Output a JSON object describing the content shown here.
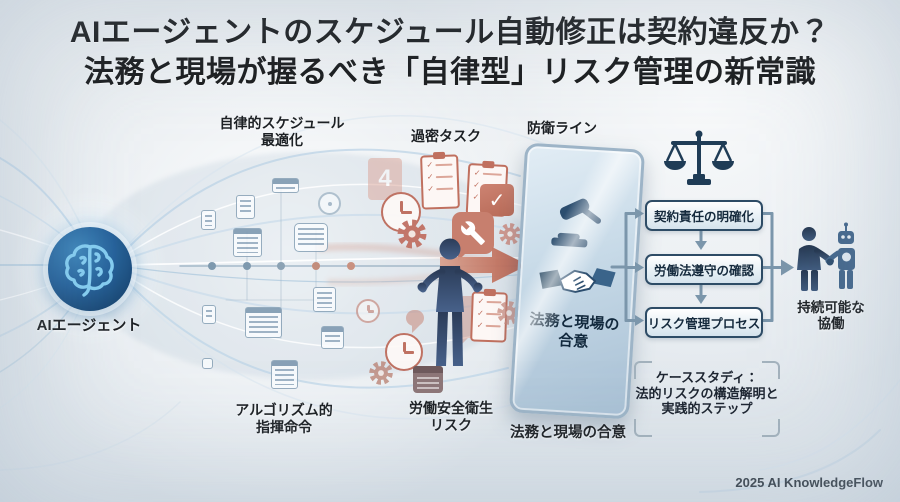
{
  "title": {
    "line1": "AIエージェントのスケジュール自動修正は契約違反か？",
    "line2": "法務と現場が握るべき「自律型」リスク管理の新常識"
  },
  "agent": {
    "label": "AIエージェント"
  },
  "flow_labels": {
    "autonomous": {
      "line1": "自律的スケジュール",
      "line2": "最適化"
    },
    "dense_tasks": "過密タスク",
    "defense_line": "防衛ライン",
    "algorithmic": {
      "line1": "アルゴリズム的",
      "line2": "指揮命令"
    },
    "safety": {
      "line1": "労働安全衛生",
      "line2": "リスク"
    }
  },
  "panel": {
    "line1": "法務と現場の",
    "line2": "合意",
    "caption": "法務と現場の合意"
  },
  "process": {
    "steps": [
      "契約責任の明確化",
      "労働法遵守の確認",
      "リスク管理プロセス"
    ]
  },
  "outcome": {
    "line1": "持続可能な",
    "line2": "協働"
  },
  "case_study": {
    "line1": "ケーススタディ：",
    "line2": "法的リスクの構造解明と",
    "line3": "実践的ステップ"
  },
  "decor": {
    "calendar_tile_number": "4"
  },
  "footer": {
    "credit": "2025 AI KnowledgeFlow"
  },
  "icons": {
    "agent": "brain-icon",
    "flow": [
      "calendar-icon",
      "document-icon",
      "chat-bubble-icon",
      "clock-icon"
    ],
    "risk": [
      "clipboard-icon",
      "clock-icon",
      "gear-icon",
      "wrench-icon",
      "checkbox-icon"
    ],
    "panel": [
      "gavel-icon",
      "handshake-icon"
    ],
    "legal": "balance-scale-icon",
    "outcome": "human-robot-handshake-icon"
  },
  "colors": {
    "background": "#e6eaee",
    "accent_blue": "#2a6496",
    "brain_stroke": "#85cdf0",
    "salmon": "#c0705f",
    "steel_connector": "#7b96ab",
    "navy_icon": "#27425c",
    "box_border": "#2e4c66",
    "text_dark": "#1a1c1e"
  }
}
